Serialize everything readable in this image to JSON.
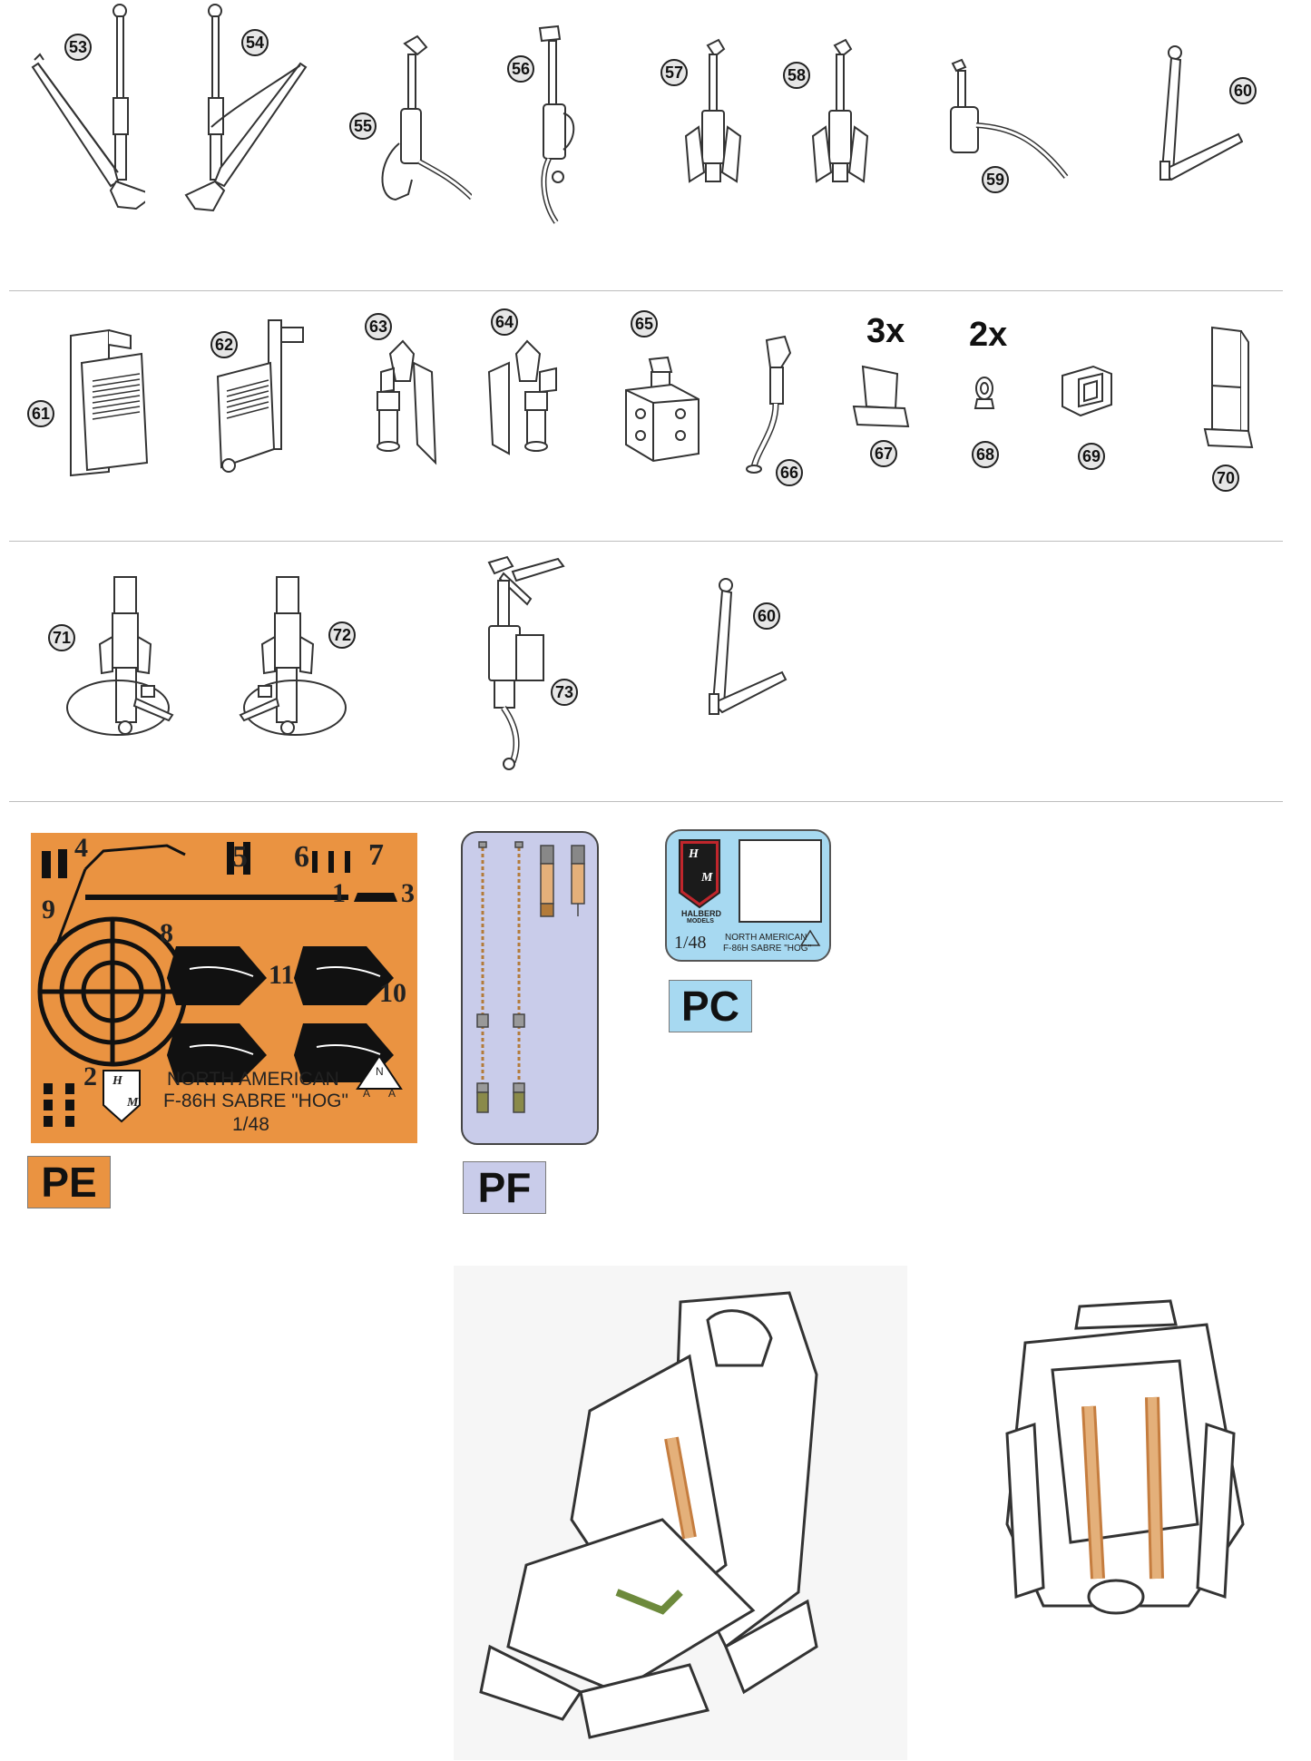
{
  "part_numbers": {
    "row1": [
      "53",
      "54",
      "55",
      "56",
      "57",
      "58",
      "59",
      "60"
    ],
    "row2": [
      "61",
      "62",
      "63",
      "64",
      "65",
      "66",
      "67",
      "68",
      "69",
      "70"
    ],
    "row3": [
      "71",
      "72",
      "73",
      "60"
    ]
  },
  "quantities": {
    "p67": "3x",
    "p68": "2x"
  },
  "sheets": {
    "pe": {
      "label": "PE",
      "color": "#ea9341",
      "title_line1": "NORTH AMERICAN",
      "title_line2": "F-86H SABRE \"HOG\"",
      "scale": "1/48",
      "fret_numbers": [
        "1",
        "2",
        "3",
        "4",
        "5",
        "6",
        "7",
        "8",
        "9",
        "10",
        "11"
      ]
    },
    "pf": {
      "label": "PF",
      "color": "#c9ccea"
    },
    "pc": {
      "label": "PC",
      "color": "#a7d9f1",
      "brand": "HALBERD",
      "brand_sub": "MODELS",
      "scale": "1/48",
      "line1": "NORTH AMERICAN",
      "line2": "F-86H SABRE \"HOG\""
    }
  },
  "logo": {
    "letter_top": "H",
    "letter_bottom": "M"
  },
  "naa_badge": {
    "letters": [
      "N",
      "A",
      "A"
    ]
  }
}
